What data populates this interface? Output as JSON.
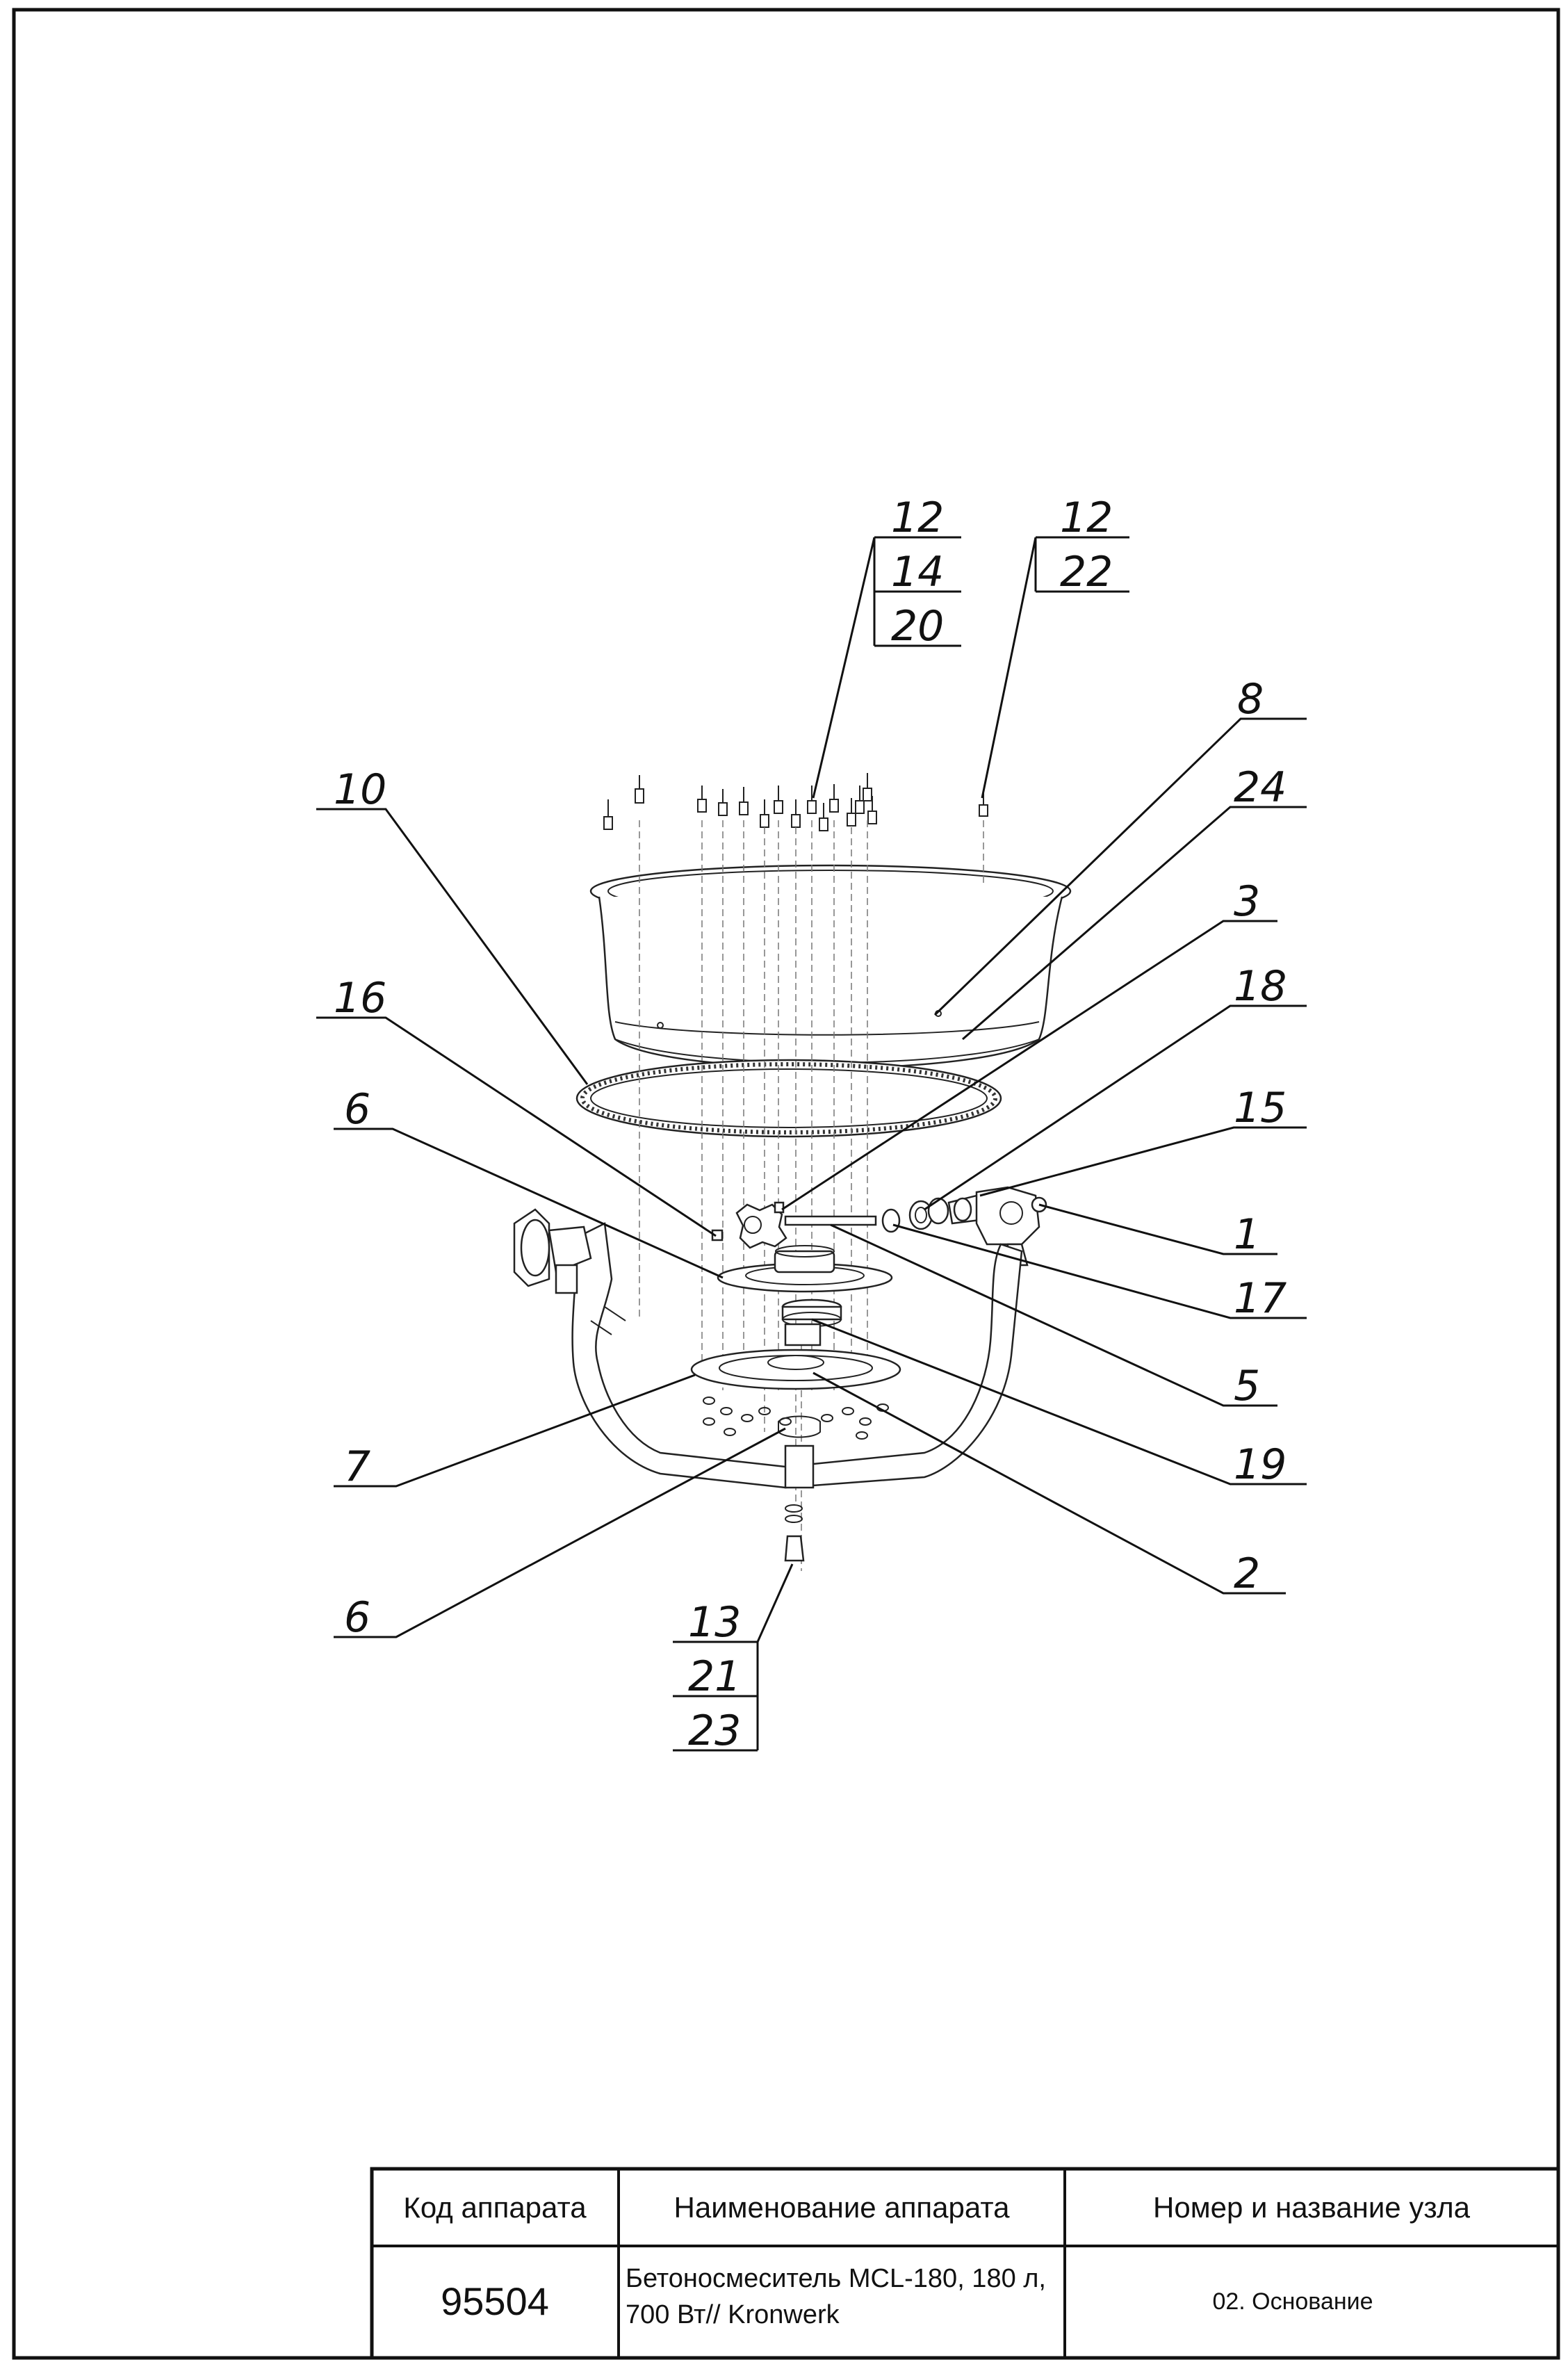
{
  "callouts": {
    "top_left_stack": [
      "12",
      "14",
      "20"
    ],
    "top_right_stack": [
      "12",
      "22"
    ],
    "bottom_stack": [
      "13",
      "21",
      "23"
    ],
    "c8": "8",
    "c24": "24",
    "c3": "3",
    "c18": "18",
    "c15": "15",
    "c1": "1",
    "c17": "17",
    "c5": "5",
    "c19": "19",
    "c2": "2",
    "c10": "10",
    "c16": "16",
    "c6_upper": "6",
    "c7": "7",
    "c6_lower": "6"
  },
  "title_block": {
    "col1_header": "Код аппарата",
    "col2_header": "Наименование аппарата",
    "col3_header": "Номер и название узла",
    "code": "95504",
    "name_line1": "Бетоносмеситель MCL-180, 180 л,",
    "name_line2": "700 Вт// Kronwerk",
    "unit": "02. Основание"
  }
}
